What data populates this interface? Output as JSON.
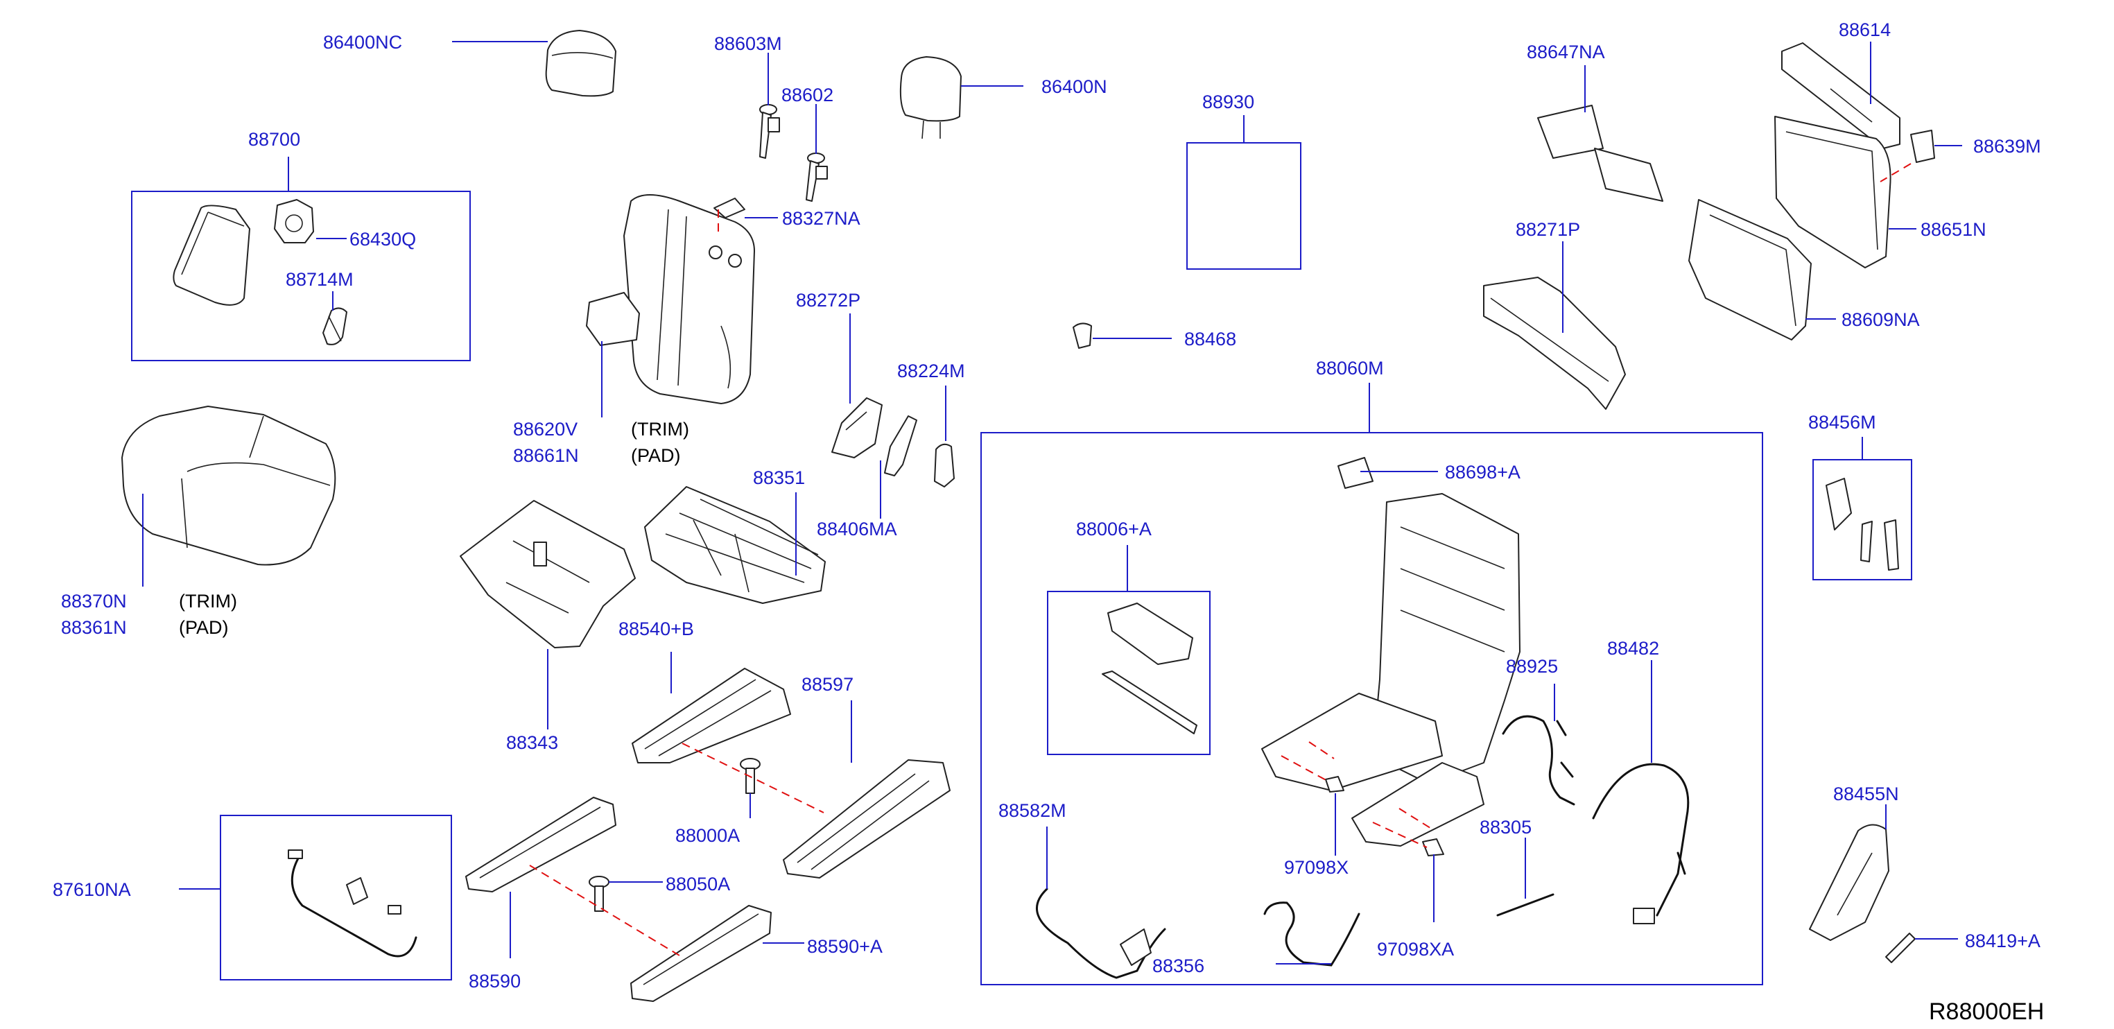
{
  "diagram_id": "R88000EH",
  "annotations": {
    "trim": "(TRIM)",
    "pad": "(PAD)"
  },
  "parts": {
    "p86400NC": "86400NC",
    "p88603M": "88603M",
    "p88602": "88602",
    "p86400N": "86400N",
    "p88930": "88930",
    "p88647NA": "88647NA",
    "p88614": "88614",
    "p88639M": "88639M",
    "p88700": "88700",
    "p68430Q": "68430Q",
    "p88714M": "88714M",
    "p88327NA": "88327NA",
    "p88271P": "88271P",
    "p88651N": "88651N",
    "p88609NA": "88609NA",
    "p88468": "88468",
    "p88272P": "88272P",
    "p88224M": "88224M",
    "p88620V": "88620V",
    "p88661N": "88661N",
    "p88060M": "88060M",
    "p88456M": "88456M",
    "p88698A": "88698+A",
    "p88351": "88351",
    "p88406MA": "88406MA",
    "p88370N": "88370N",
    "p88361N": "88361N",
    "p88006A": "88006+A",
    "p88540B": "88540+B",
    "p88597": "88597",
    "p88343": "88343",
    "p88925": "88925",
    "p88482": "88482",
    "p88000A": "88000A",
    "p88582M": "88582M",
    "p88455N": "88455N",
    "p97098X": "97098X",
    "p88305": "88305",
    "p87610NA": "87610NA",
    "p88050A": "88050A",
    "p88590A": "88590+A",
    "p88419A": "88419+A",
    "p88590": "88590",
    "p88356": "88356",
    "p97098XA": "97098XA"
  },
  "colors": {
    "label": "#1c1cc8",
    "leader": "#1c1cc8",
    "dashed": "#e01010",
    "outline": "#222222"
  }
}
